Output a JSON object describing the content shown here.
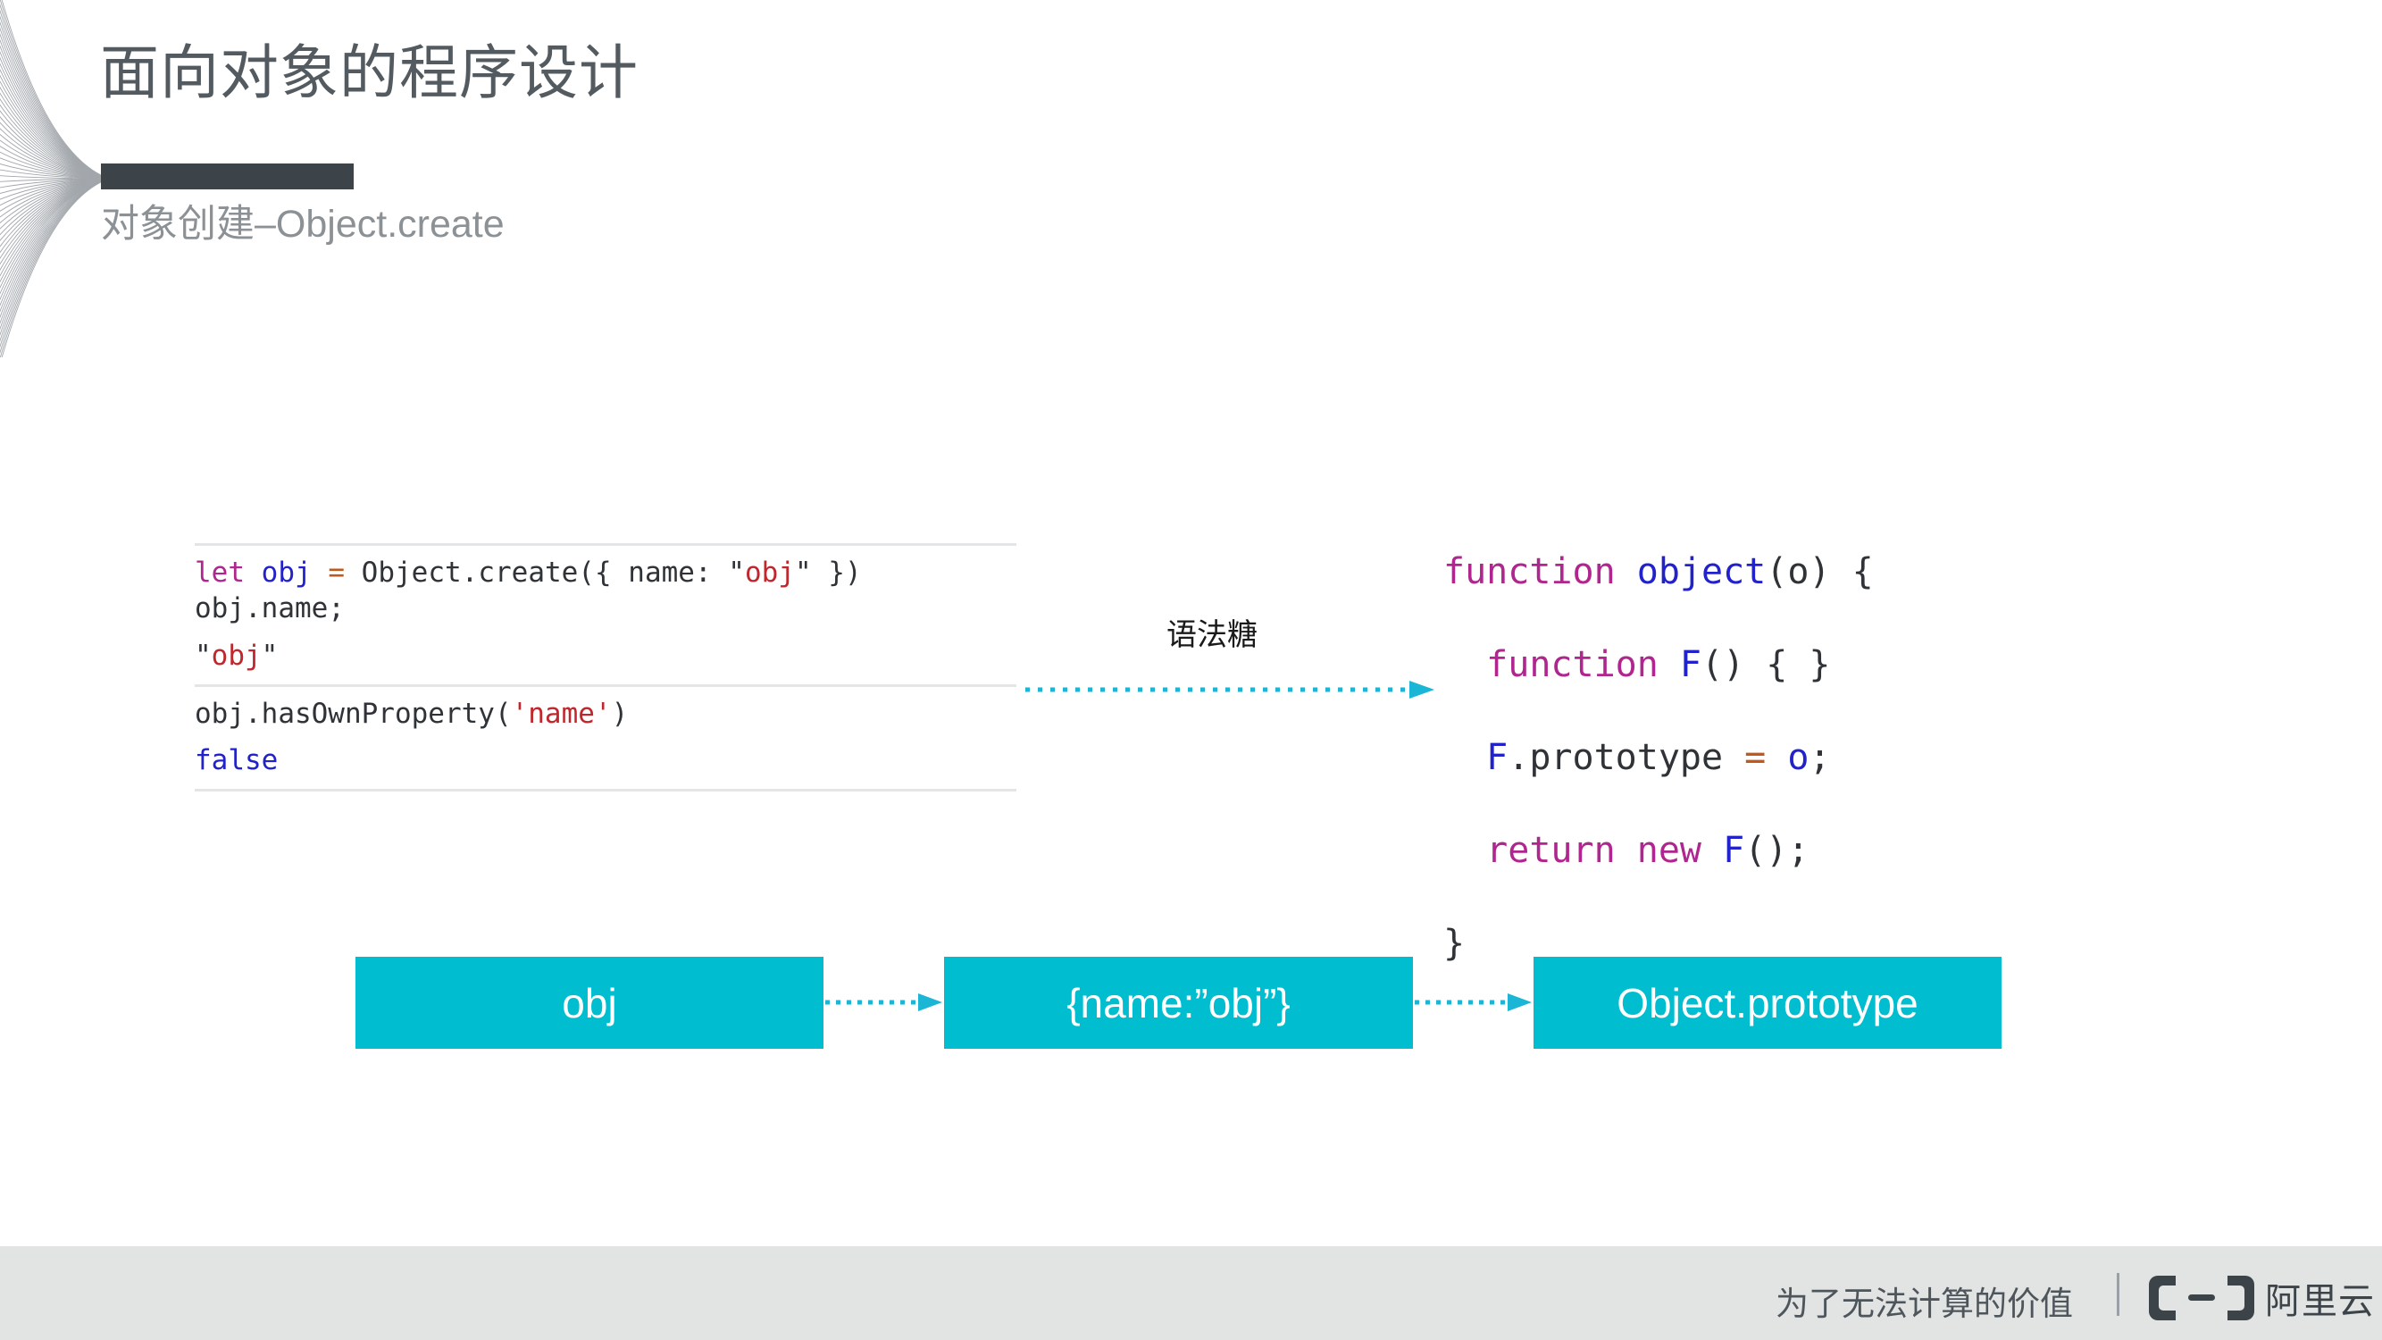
{
  "header": {
    "title": "面向对象的程序设计",
    "subtitle": "对象创建–Object.create",
    "title_color": "#535b61",
    "subtitle_color": "#8c9195",
    "rule_color": "#3c444a"
  },
  "console": {
    "lines": [
      {
        "id": "input-1",
        "segments": [
          {
            "text": "let",
            "token": "keyword"
          },
          {
            "text": " ",
            "token": "plain"
          },
          {
            "text": "obj",
            "token": "variable"
          },
          {
            "text": " ",
            "token": "plain"
          },
          {
            "text": "=",
            "token": "operator"
          },
          {
            "text": " Object.create({ name: ",
            "token": "plain"
          },
          {
            "text": "\"",
            "token": "quote"
          },
          {
            "text": "obj",
            "token": "string"
          },
          {
            "text": "\"",
            "token": "quote"
          },
          {
            "text": " })",
            "token": "plain"
          }
        ]
      },
      {
        "id": "input-2",
        "segments": [
          {
            "text": "obj.name;",
            "token": "plain"
          }
        ]
      },
      {
        "id": "output-1",
        "segments": [
          {
            "text": "\"",
            "token": "quote"
          },
          {
            "text": "obj",
            "token": "string"
          },
          {
            "text": "\"",
            "token": "quote"
          }
        ]
      },
      {
        "id": "input-3",
        "segments": [
          {
            "text": "obj.hasOwnProperty(",
            "token": "plain"
          },
          {
            "text": "'name'",
            "token": "string"
          },
          {
            "text": ")",
            "token": "plain"
          }
        ]
      },
      {
        "id": "output-2",
        "segments": [
          {
            "text": "false",
            "token": "variable"
          }
        ]
      }
    ],
    "token_colors": {
      "keyword": "#b0268f",
      "variable": "#2222cc",
      "operator": "#bf5a1d",
      "string": "#c0272d",
      "quote": "#2f3337",
      "plain": "#2f3337"
    }
  },
  "transform": {
    "label": "语法糖",
    "arrow_color": "#1bb6d6"
  },
  "right_code": {
    "lines": [
      [
        {
          "text": "function",
          "token": "keyword"
        },
        {
          "text": " ",
          "token": "plain"
        },
        {
          "text": "object",
          "token": "variable"
        },
        {
          "text": "(o) {",
          "token": "plain"
        }
      ],
      [
        {
          "text": "  ",
          "token": "plain"
        },
        {
          "text": "function",
          "token": "keyword"
        },
        {
          "text": " ",
          "token": "plain"
        },
        {
          "text": "F",
          "token": "variable"
        },
        {
          "text": "() { }",
          "token": "plain"
        }
      ],
      [
        {
          "text": "  ",
          "token": "plain"
        },
        {
          "text": "F",
          "token": "variable"
        },
        {
          "text": ".prototype ",
          "token": "plain"
        },
        {
          "text": "=",
          "token": "operator"
        },
        {
          "text": " ",
          "token": "plain"
        },
        {
          "text": "o",
          "token": "variable"
        },
        {
          "text": ";",
          "token": "plain"
        }
      ],
      [
        {
          "text": "  ",
          "token": "plain"
        },
        {
          "text": "return",
          "token": "keyword"
        },
        {
          "text": " ",
          "token": "plain"
        },
        {
          "text": "new",
          "token": "keyword"
        },
        {
          "text": " ",
          "token": "plain"
        },
        {
          "text": "F",
          "token": "variable"
        },
        {
          "text": "();",
          "token": "plain"
        }
      ],
      [
        {
          "text": "}",
          "token": "plain"
        }
      ]
    ]
  },
  "chain": {
    "accent_color": "#00becf",
    "arrow_color": "#1bb6d6",
    "boxes": [
      {
        "id": "obj",
        "label": "obj"
      },
      {
        "id": "literal",
        "label": "{name:”obj”}"
      },
      {
        "id": "proto",
        "label": "Object.prototype"
      }
    ]
  },
  "footer": {
    "tagline": "为了无法计算的价值",
    "brand": "阿里云",
    "bar_color": "#e2e4e3",
    "text_color": "#4e565c"
  }
}
